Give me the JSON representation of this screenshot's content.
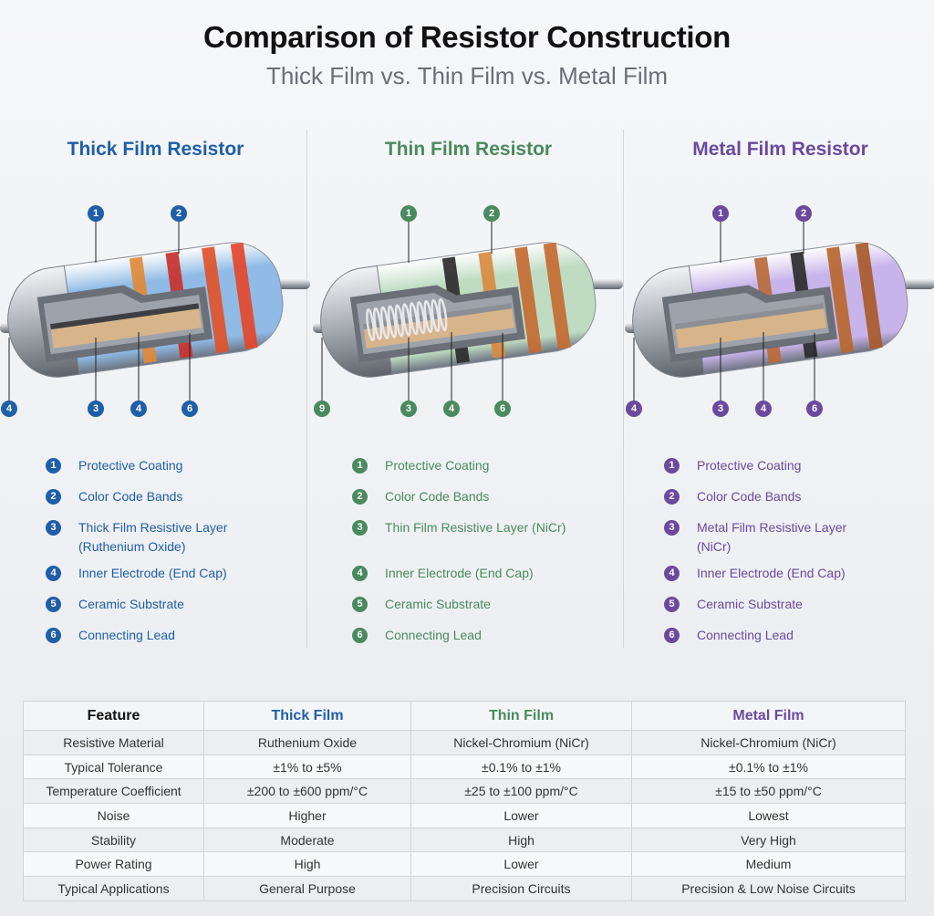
{
  "title": "Comparison of Resistor Construction",
  "subtitle": "Thick Film vs. Thin Film vs. Metal Film",
  "panels": [
    {
      "title": "Thick Film Resistor",
      "accent": "#1f5fa8",
      "body_color": "#8fbbe6",
      "band_colors": [
        "#e08a3a",
        "#c8312c",
        "#e0532a",
        "#e4472a"
      ],
      "callout_digits": [
        "1",
        "2",
        "3",
        "4",
        "6",
        "4"
      ],
      "legend": [
        {
          "num": "1",
          "label": "Protective Coating"
        },
        {
          "num": "2",
          "label": "Color Code Bands"
        },
        {
          "num": "3",
          "label": "Thick Film Resistive Layer (Ruthenium Oxide)"
        },
        {
          "num": "4",
          "label": "Inner Electrode (End Cap)"
        },
        {
          "num": "5",
          "label": "Ceramic Substrate"
        },
        {
          "num": "6",
          "label": "Connecting Lead"
        }
      ]
    },
    {
      "title": "Thin Film Resistor",
      "accent": "#4a8a5e",
      "body_color": "#bfdcc3",
      "band_colors": [
        "#2b2b2b",
        "#d98a40",
        "#c46a32",
        "#c46a32"
      ],
      "callout_digits": [
        "1",
        "2",
        "3",
        "4",
        "6",
        "9"
      ],
      "legend": [
        {
          "num": "1",
          "label": "Protective Coating"
        },
        {
          "num": "2",
          "label": "Color Code Bands"
        },
        {
          "num": "3",
          "label": "Thin Film Resistive Layer (NiCr)"
        },
        {
          "num": "4",
          "label": "Inner Electrode (End Cap)"
        },
        {
          "num": "5",
          "label": "Ceramic Substrate"
        },
        {
          "num": "6",
          "label": "Connecting Lead"
        }
      ]
    },
    {
      "title": "Metal Film Resistor",
      "accent": "#6b4a9e",
      "body_color": "#c7b4ea",
      "band_colors": [
        "#b86a3a",
        "#2b2b2b",
        "#b8672e",
        "#a85a2a"
      ],
      "callout_digits": [
        "1",
        "2",
        "3",
        "4",
        "6",
        "4"
      ],
      "legend": [
        {
          "num": "1",
          "label": "Protective Coating"
        },
        {
          "num": "2",
          "label": "Color Code Bands"
        },
        {
          "num": "3",
          "label": "Metal Film Resistive Layer (NiCr)"
        },
        {
          "num": "4",
          "label": "Inner Electrode (End Cap)"
        },
        {
          "num": "5",
          "label": "Ceramic Substrate"
        },
        {
          "num": "6",
          "label": "Connecting Lead"
        }
      ]
    }
  ],
  "table": {
    "headers": [
      "Feature",
      "Thick Film",
      "Thin Film",
      "Metal Film"
    ],
    "header_colors": [
      "#111111",
      "#1f5fa8",
      "#4a8a5e",
      "#6b4a9e"
    ],
    "rows": [
      [
        "Resistive Material",
        "Ruthenium Oxide",
        "Nickel-Chromium (NiCr)",
        "Nickel-Chromium (NiCr)"
      ],
      [
        "Typical Tolerance",
        "±1% to ±5%",
        "±0.1% to ±1%",
        "±0.1% to ±1%"
      ],
      [
        "Temperature Coefficient",
        "±200 to ±600 ppm/°C",
        "±25 to ±100 ppm/°C",
        "±15 to ±50 ppm/°C"
      ],
      [
        "Noise",
        "Higher",
        "Lower",
        "Lowest"
      ],
      [
        "Stability",
        "Moderate",
        "High",
        "Very High"
      ],
      [
        "Power Rating",
        "High",
        "Lower",
        "Medium"
      ],
      [
        "Typical Applications",
        "General Purpose",
        "Precision Circuits",
        "Precision & Low Noise Circuits"
      ]
    ]
  }
}
